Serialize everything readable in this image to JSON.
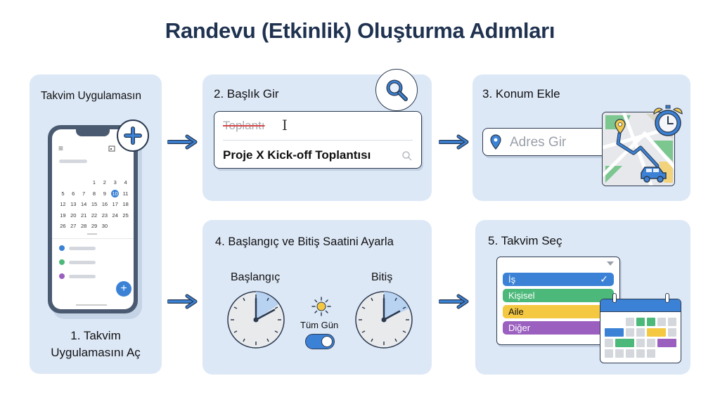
{
  "title": "Randevu (Etkinlik) Oluşturma Adımları",
  "colors": {
    "card_bg": "#dde8f7",
    "accent_blue": "#3b82d6",
    "green": "#4cb97a",
    "yellow": "#f5c842",
    "purple": "#9b5fc0",
    "title": "#1f3250",
    "outline": "#2b3a50"
  },
  "steps": [
    {
      "id": 1,
      "top_label": "Takvim Uygulamasın",
      "label_line1": "1. Takvim",
      "label_line2": "Uygulamasını Aç",
      "phone": {
        "menu_icon": "≡",
        "calendar": [
          [
            "",
            "",
            "",
            "1",
            "2",
            "3",
            "4"
          ],
          [
            "5",
            "6",
            "7",
            "8",
            "9",
            "10",
            "11"
          ],
          [
            "12",
            "13",
            "14",
            "15",
            "16",
            "17",
            "18"
          ],
          [
            "19",
            "20",
            "21",
            "22",
            "23",
            "24",
            "25"
          ],
          [
            "26",
            "27",
            "28",
            "29",
            "30",
            "",
            ""
          ]
        ],
        "today": "10",
        "events": [
          "blue",
          "green",
          "purple"
        ],
        "fab": "+"
      },
      "add_icon": "+"
    },
    {
      "id": 2,
      "label": "2. Başlık Gir",
      "old_value": "Toplantı",
      "new_value": "Proje X Kick-off Toplantısı"
    },
    {
      "id": 3,
      "label": "3. Konum Ekle",
      "placeholder": "Adres Gir"
    },
    {
      "id": 4,
      "label": "4. Başlangıç ve Bitiş Saatini Ayarla",
      "start_label": "Başlangıç",
      "end_label": "Bitiş",
      "all_day_label": "Tüm Gün",
      "all_day_on": true
    },
    {
      "id": 5,
      "label": "5. Takvim Seç",
      "options": [
        {
          "label": "İş",
          "color": "#3b82d6",
          "selected": true
        },
        {
          "label": "Kişisel",
          "color": "#4cb97a",
          "selected": false
        },
        {
          "label": "Aile",
          "color": "#f5c842",
          "selected": false
        },
        {
          "label": "Diğer",
          "color": "#9b5fc0",
          "selected": false
        }
      ],
      "check_icon": "✓"
    }
  ]
}
